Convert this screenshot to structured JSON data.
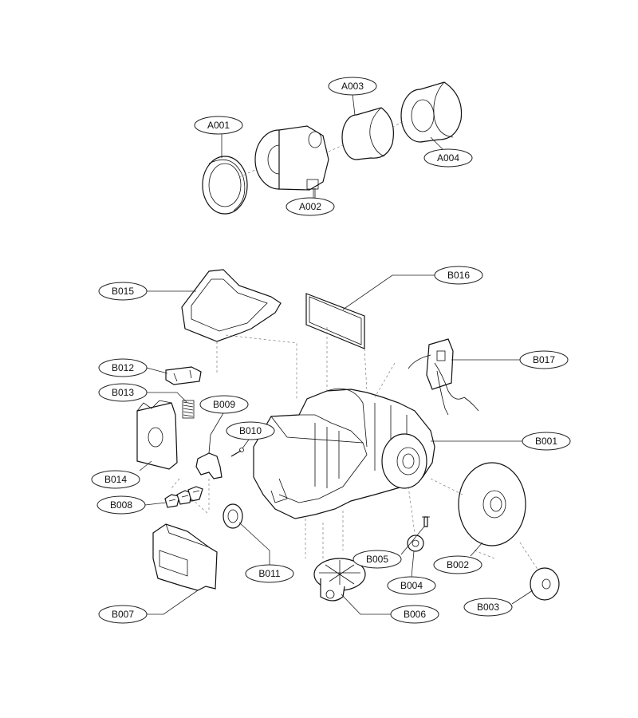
{
  "labels": {
    "A001": "A001",
    "A002": "A002",
    "A003": "A003",
    "A004": "A004",
    "B001": "B001",
    "B002": "B002",
    "B003": "B003",
    "B004": "B004",
    "B005": "B005",
    "B006": "B006",
    "B007": "B007",
    "B008": "B008",
    "B009": "B009",
    "B010": "B010",
    "B011": "B011",
    "B012": "B012",
    "B013": "B013",
    "B014": "B014",
    "B015": "B015",
    "B016": "B016",
    "B017": "B017"
  }
}
